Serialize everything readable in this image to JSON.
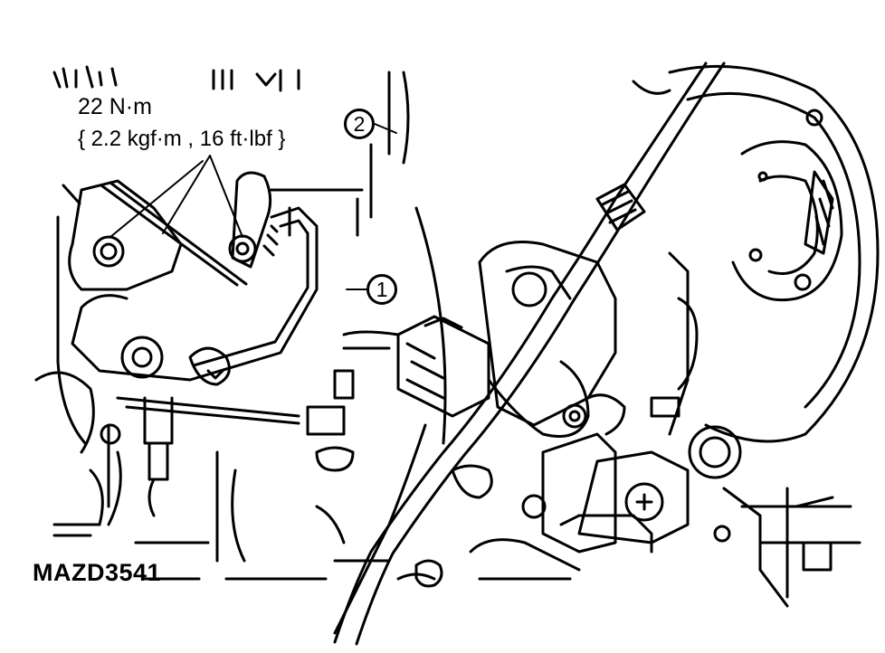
{
  "labels": {
    "torque_value": "22 N·m",
    "torque_alt": "{ 2.2 kgf·m , 16 ft·lbf }",
    "diagram_id": "MAZD3541"
  },
  "callouts": {
    "one": "1",
    "two": "2"
  },
  "colors": {
    "line": "#000000",
    "background": "#ffffff"
  }
}
